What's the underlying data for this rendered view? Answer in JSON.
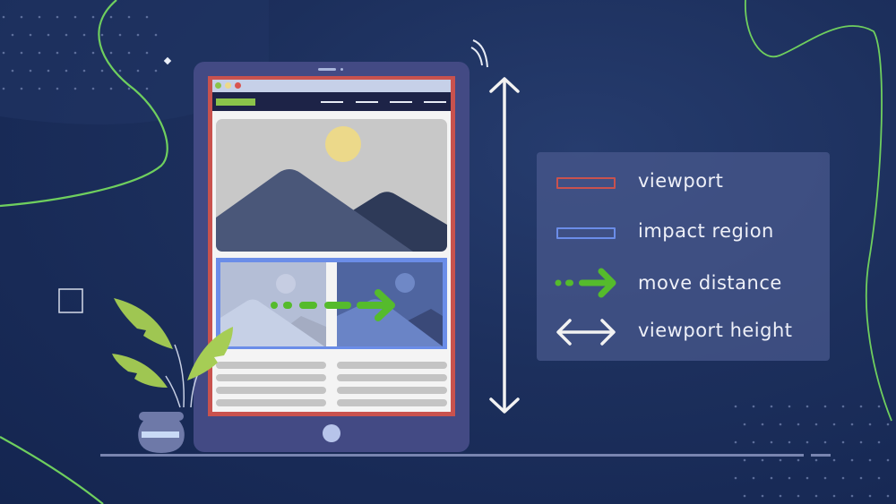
{
  "legend": {
    "items": [
      {
        "icon": "red-rectangle-icon",
        "label": "viewport",
        "color": "#c9524e"
      },
      {
        "icon": "blue-rectangle-icon",
        "label": "impact region",
        "color": "#6b8de8"
      },
      {
        "icon": "green-dotted-arrow-icon",
        "label": "move distance",
        "color": "#55bb2c"
      },
      {
        "icon": "double-headed-arrow-icon",
        "label": "viewport height",
        "color": "#f2f2f2"
      }
    ]
  },
  "colors": {
    "background": "#1c2f5c",
    "tablet": "#434a84",
    "viewport_border": "#c9524e",
    "impact_border": "#6b8de8",
    "arrow_green": "#55bb2c",
    "sun": "#ecd98a",
    "accent_curve": "#6fcf5e"
  }
}
